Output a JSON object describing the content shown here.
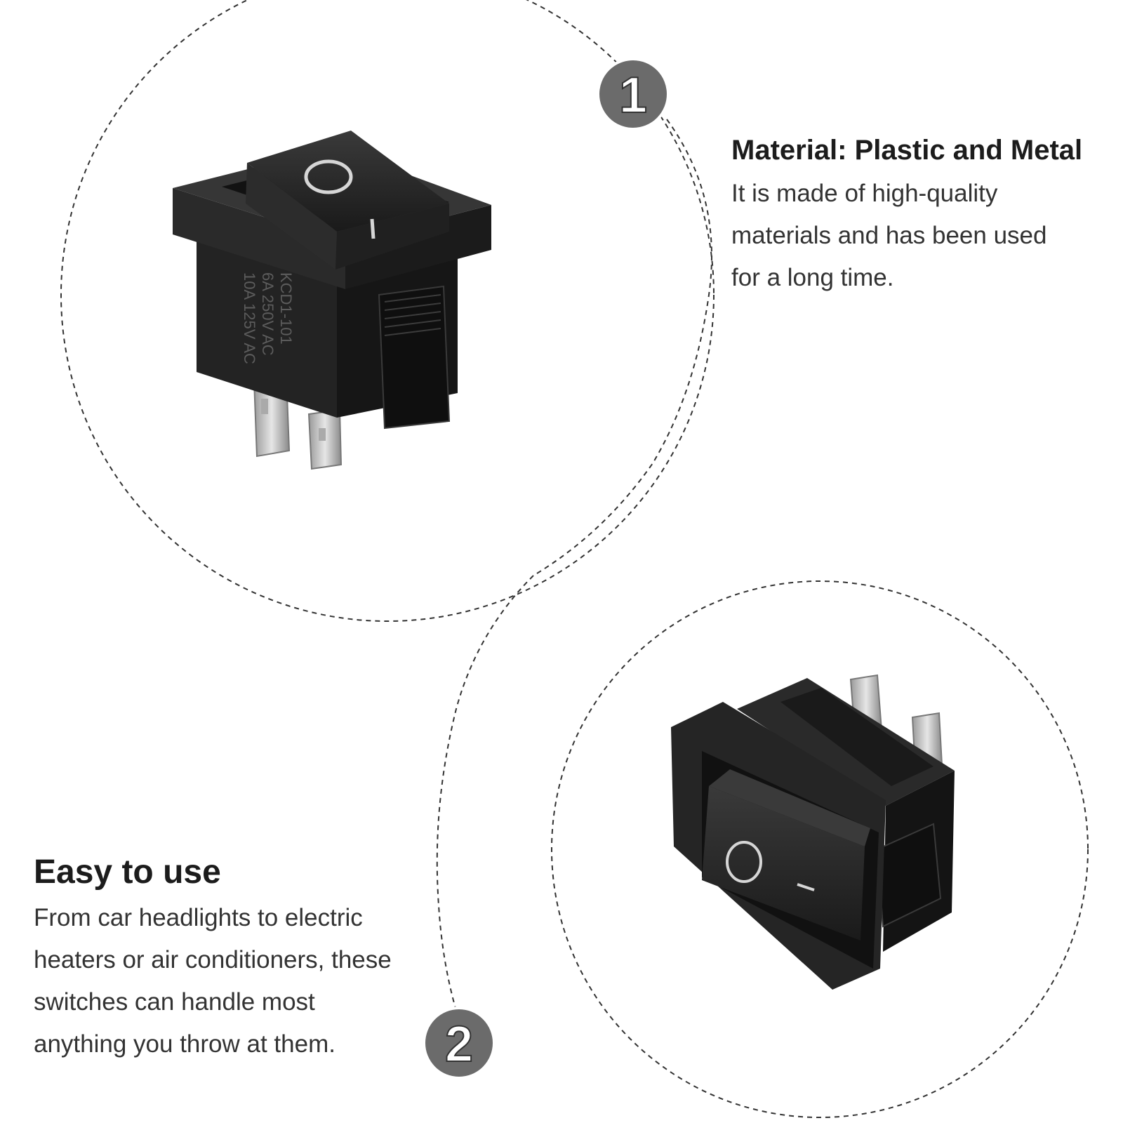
{
  "colors": {
    "background": "#ffffff",
    "badge": "#6b6b6b",
    "badge_text": "#ffffff",
    "switch_body": "#1e1e1e",
    "terminal": "#c8c8c8",
    "text": "#333333"
  },
  "features": [
    {
      "number": "1",
      "title": "Material: Plastic and Metal",
      "description_lines": [
        "It is made of high-quality",
        "materials and has been used",
        "for a long time."
      ]
    },
    {
      "number": "2",
      "title": "Easy to use",
      "description_lines": [
        "From car headlights to electric",
        "heaters or air conditioners, these",
        "switches can handle most",
        "anything you throw at them."
      ]
    }
  ],
  "switch_markings": {
    "model": "KCD1-101",
    "rating_1": "6A 250V AC",
    "rating_2": "10A 125V AC",
    "on_symbol": "I",
    "off_symbol": "O"
  }
}
